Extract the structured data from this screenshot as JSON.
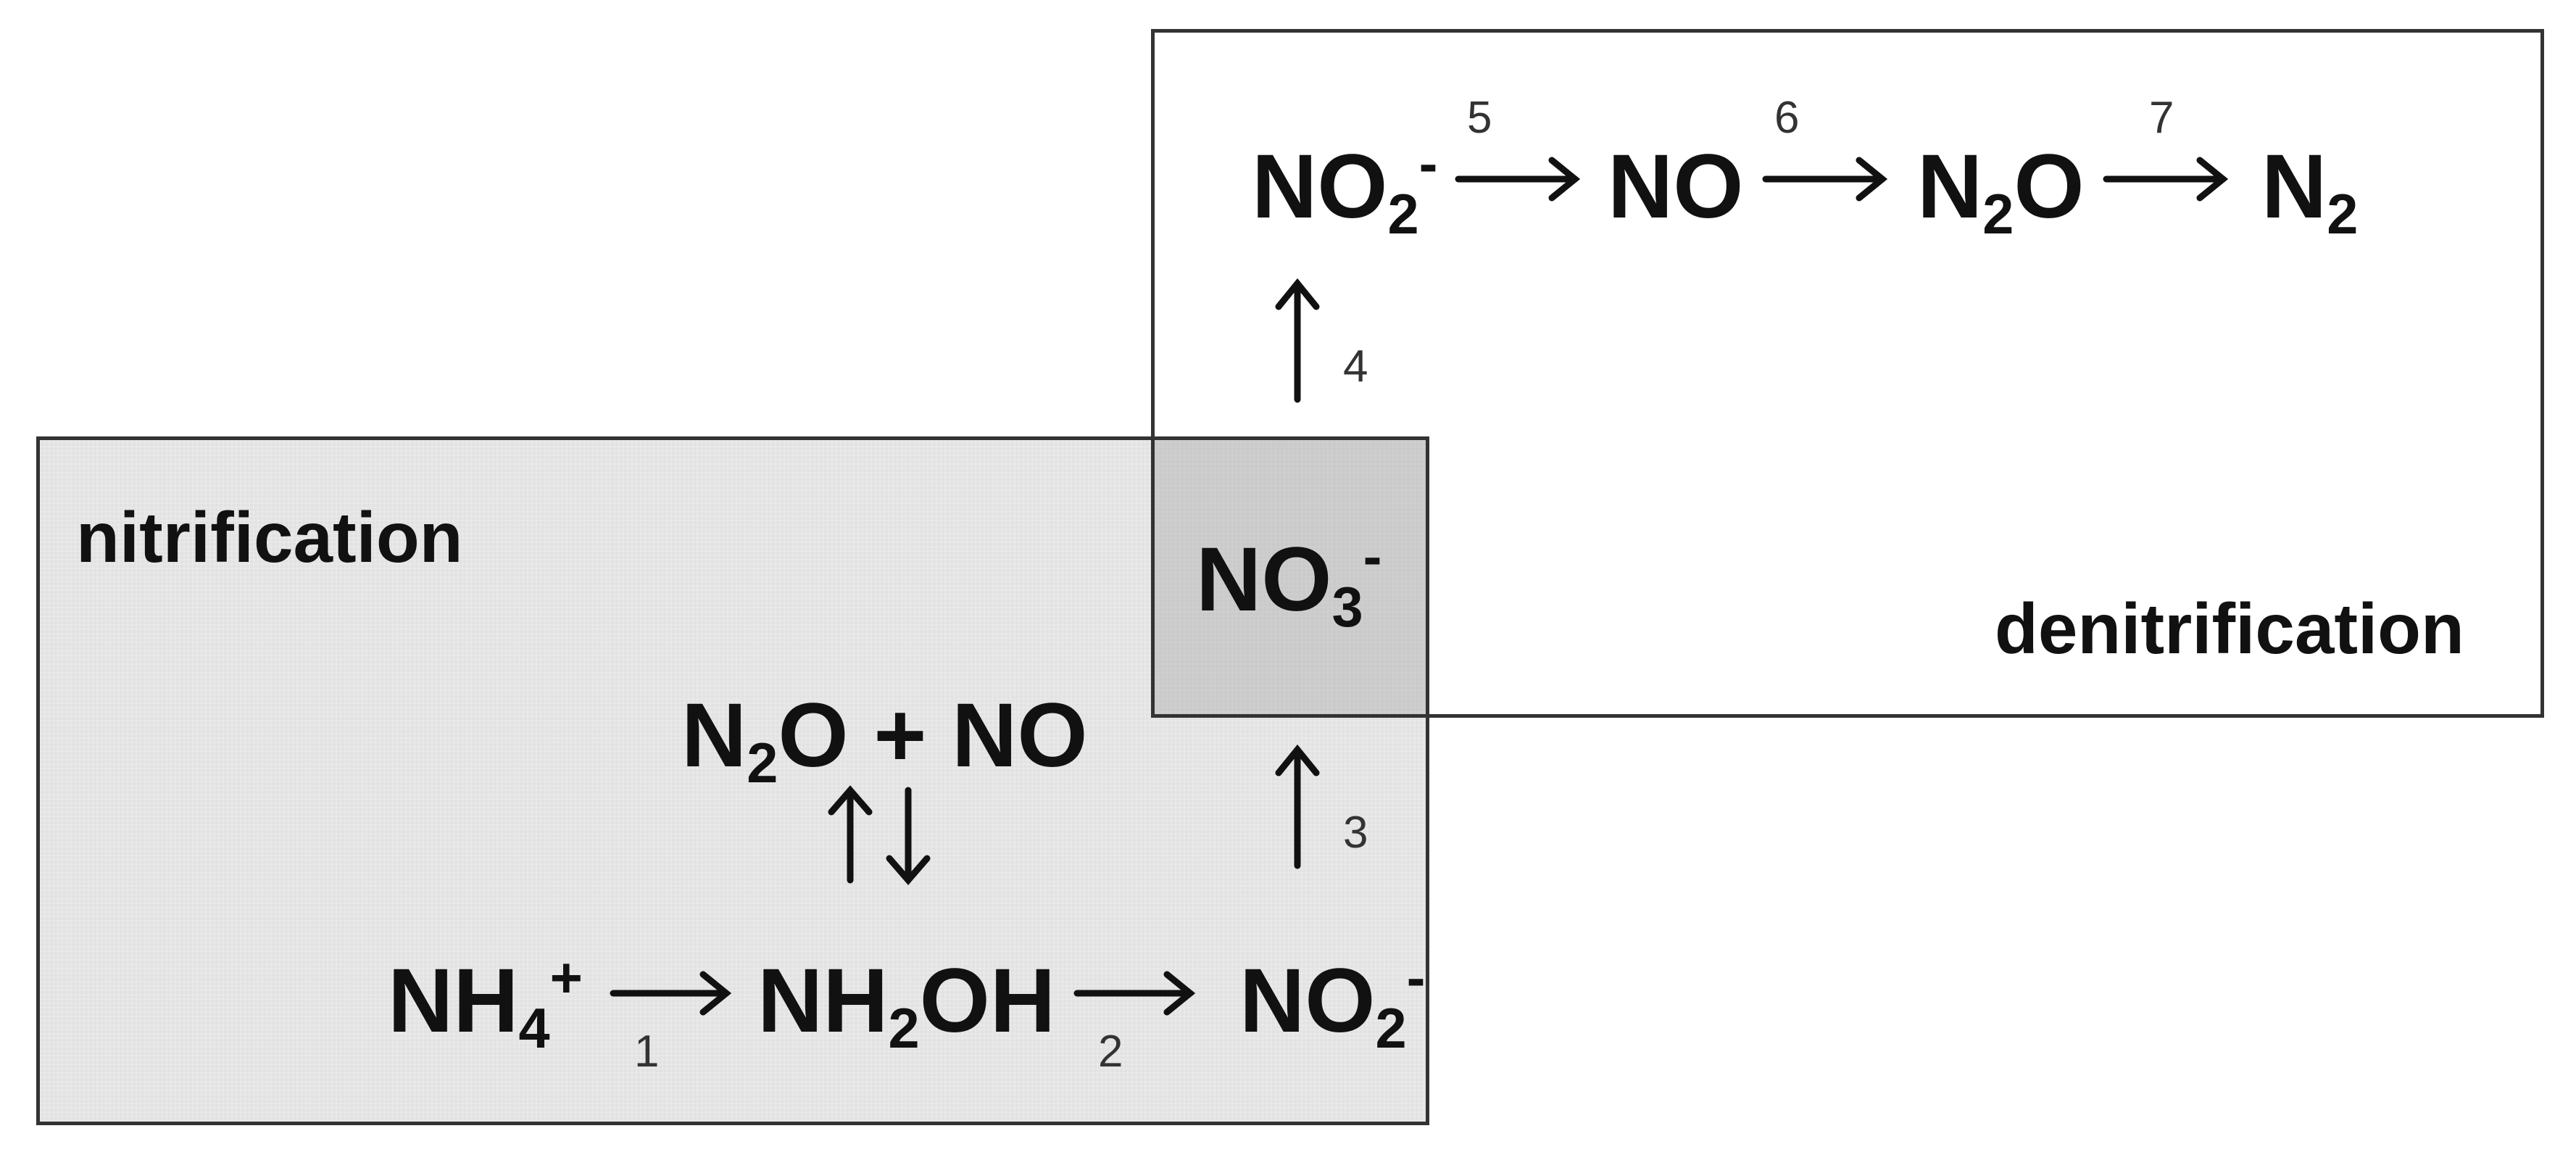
{
  "nitrification": {
    "label": "nitrification",
    "nh4": {
      "base": "NH",
      "sub": "4",
      "sup": "+"
    },
    "nh2oh": {
      "a": "NH",
      "sub": "2",
      "b": "OH"
    },
    "no2": {
      "a": "NO",
      "sub": "2",
      "sup": "-"
    },
    "n2o_no": {
      "a": "N",
      "sub": "2",
      "b": "O + NO"
    },
    "step1": "1",
    "step2": "2",
    "step3": "3"
  },
  "shared": {
    "no3": {
      "a": "NO",
      "sub": "3",
      "sup": "-"
    }
  },
  "denitrification": {
    "label": "denitrification",
    "no2": {
      "a": "NO",
      "sub": "2",
      "sup": "-"
    },
    "no": "NO",
    "n2o": {
      "a": "N",
      "sub": "2",
      "b": "O"
    },
    "n2": {
      "a": "N",
      "sub": "2"
    },
    "step4": "4",
    "step5": "5",
    "step6": "6",
    "step7": "7"
  },
  "colors": {
    "nitrification_fill": "#e2e2e2",
    "border": "#333333",
    "text": "#111111"
  }
}
